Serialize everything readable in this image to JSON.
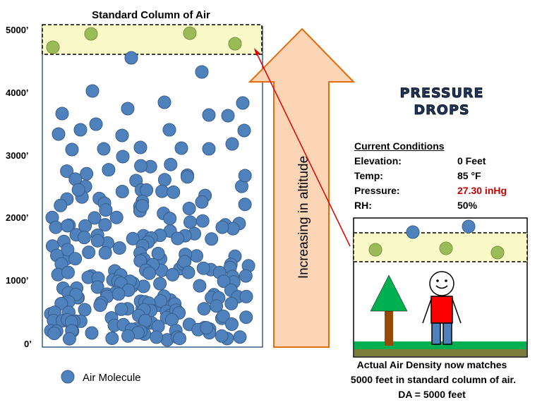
{
  "column": {
    "title": "Standard Column of Air",
    "altitude_labels": [
      "5000’",
      "4000’",
      "3000’",
      "2000’",
      "1000’",
      "0’"
    ]
  },
  "arrow": {
    "label": "Increasing in altitude"
  },
  "headline": {
    "line1": "PRESSURE",
    "line2": "DROPS"
  },
  "conditions": {
    "title": "Current Conditions",
    "rows": [
      {
        "label": "Elevation:",
        "value": "0 Feet"
      },
      {
        "label": "Temp:",
        "value": "85 °F"
      },
      {
        "label": "Pressure:",
        "value": "27.30 inHg"
      },
      {
        "label": "RH:",
        "value": "50%"
      }
    ]
  },
  "caption": {
    "line1": "Actual Air Density now matches",
    "line2": "5000 feet in standard column of air.",
    "line3": "DA = 5000 feet"
  },
  "legend": {
    "label": "Air Molecule"
  },
  "colors": {
    "molecule_fill": "#4f81bd",
    "molecule_stroke": "#385d8a",
    "highlight_band": "#fafac8",
    "faded_molecule": "#9bbb59",
    "arrow_fill": "#fbd5b5",
    "arrow_stroke": "#e46c0a",
    "pressure_value": "#c00000",
    "headline_fill": "#1f3864",
    "pointer_line": "#e00000",
    "ground": "#00b050",
    "tree_canopy": "#00b050",
    "tree_trunk": "#984807",
    "person_shirt": "#ff0000",
    "person_pants": "#4f81bd"
  }
}
